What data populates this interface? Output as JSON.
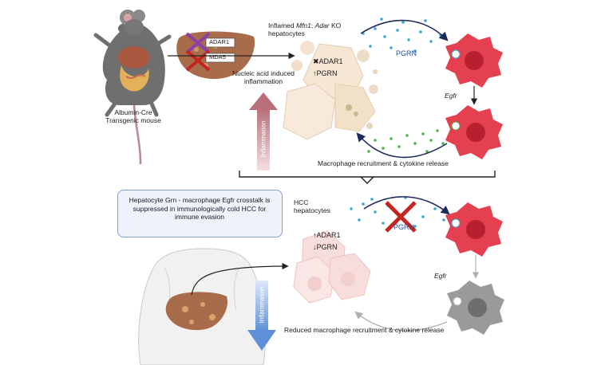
{
  "mouse_label": "Albumin-Cre Transgenic mouse",
  "liver_genes": [
    "ADAR1",
    "MDA5"
  ],
  "inflamed_title_prefix": "Inflamed ",
  "inflamed_gene1": "Mfn1",
  "inflamed_sep": "; ",
  "inflamed_gene2": "Adar",
  "inflamed_suffix": " KO hepatocytes",
  "nucleic_label": "Nucleic acid induced inflammation",
  "top_adar": "✖ADAR1",
  "top_pgrn": "↑PGRN",
  "top_secreted": "PGRN",
  "egfr_top": "Egfr",
  "inflammation_up": "Inflammation",
  "macrophage_release": "Macrophage recruitment & cytokine release",
  "crosstalk_box": "Hepatocyte Grn - macrophage Egfr crosstalk is suppressed in immunologically cold HCC for immune evasion",
  "hcc_label": "HCC hepatocytes",
  "bottom_adar": "↑ADAR1",
  "bottom_pgrn": "↓PGRN",
  "bottom_secreted": "PGRN",
  "egfr_bottom": "Egfr",
  "inflammation_down": "Inflammation",
  "reduced_release": "Reduced macrophage recruitment & cytokine release",
  "colors": {
    "macrophage_red": "#e5404f",
    "macrophage_gray": "#8d8d8d",
    "inflam_up": "#b86f78",
    "inflam_down": "#5e8fd8",
    "pgrn_dots": "#3aa7d6",
    "cytokine_green": "#4fb24c",
    "cross_red": "#c4261f"
  }
}
